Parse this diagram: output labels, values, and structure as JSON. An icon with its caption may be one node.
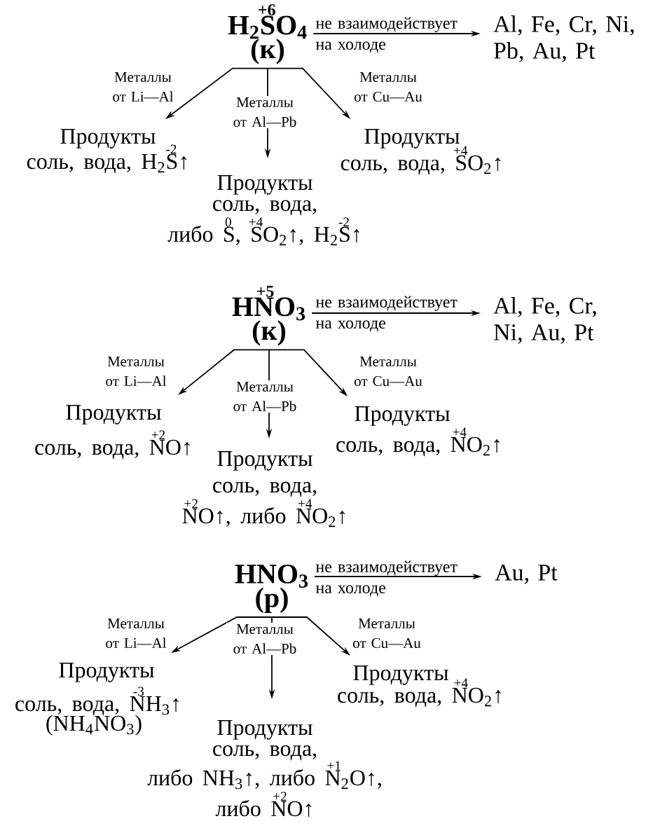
{
  "diagram": {
    "nodes": [
      {
        "text": [
          "H$_{2}$S$^{+6}$O$_{4}$",
          "(к)"
        ]
      },
      {
        "text": [
          "Al, Fe, Cr, Ni, Pb, Au, Pt"
        ]
      },
      {
        "text": [
          "Продукты",
          "соль, вода, H$_{2}$S$^{-2}$↑"
        ]
      },
      {
        "text": [
          "Продукты",
          "соль, вода,",
          "либо S$^{0}$, S$^{+4}$O$_{2}$↑, H$_{2}$S$^{-2}$↑"
        ]
      },
      {
        "text": [
          "Продукты",
          "соль, вода, S$^{+4}$O$_{2}$↑"
        ]
      },
      {
        "text": [
          "HN$^{+5}$O$_{3}$",
          "(к)"
        ]
      },
      {
        "text": [
          "Al, Fe, Cr, Ni, Au, Pt"
        ]
      },
      {
        "text": [
          "Продукты",
          "соль, вода, N$^{+2}$O↑"
        ]
      },
      {
        "text": [
          "Продукты",
          "соль, вода,",
          "N$^{+2}$O↑, либо N$^{+4}$O$_{2}$↑"
        ]
      },
      {
        "text": [
          "Продукты",
          "соль, вода, N$^{+4}$O$_{2}$↑"
        ]
      },
      {
        "text": [
          "HNO$_{3}$",
          "(р)"
        ]
      },
      {
        "text": [
          "Au, Pt"
        ]
      },
      {
        "text": [
          "Продукты",
          "соль, вода, N$^{-3}$H$_{3}$↑",
          "(NH$_{4}$NO$_{3}$)"
        ]
      },
      {
        "text": [
          "Продукты",
          "соль, вода,",
          "либо NH$_{3}$↑, либо N$^{+1}$$_{2}$O↑,",
          "либо N$^{+2}$O↑"
        ]
      },
      {
        "text": [
          "Продукты",
          "соль, вода, N$^{+4}$O$_{2}$↑"
        ]
      }
    ],
    "edges": [
      {
        "from": 0,
        "to": 1,
        "arrow": "to",
        "label": "не взаимодействует на холоде"
      },
      {
        "from": 0,
        "to": 2,
        "arrow": "to",
        "label": "Металлы от Li—Al"
      },
      {
        "from": 0,
        "to": 3,
        "arrow": "to",
        "label": "Металлы от Al—Pb"
      },
      {
        "from": 0,
        "to": 4,
        "arrow": "to",
        "label": "Металлы от Cu—Au"
      },
      {
        "from": 5,
        "to": 6,
        "arrow": "to",
        "label": "не взаимодействует на холоде"
      },
      {
        "from": 5,
        "to": 7,
        "arrow": "to",
        "label": "Металлы от Li—Al"
      },
      {
        "from": 5,
        "to": 8,
        "arrow": "to",
        "label": "Металлы от Al—Pb"
      },
      {
        "from": 5,
        "to": 9,
        "arrow": "to",
        "label": "Металлы от Cu—Au"
      },
      {
        "from": 10,
        "to": 11,
        "arrow": "to",
        "label": "не взаимодействует на холоде"
      },
      {
        "from": 10,
        "to": 12,
        "arrow": "to",
        "label": "Металлы от Li—Al"
      },
      {
        "from": 10,
        "to": 13,
        "arrow": "to",
        "label": "Металлы от Al—Pb"
      },
      {
        "from": 10,
        "to": 14,
        "arrow": "to",
        "label": "Металлы от Cu—Au"
      }
    ]
  }
}
